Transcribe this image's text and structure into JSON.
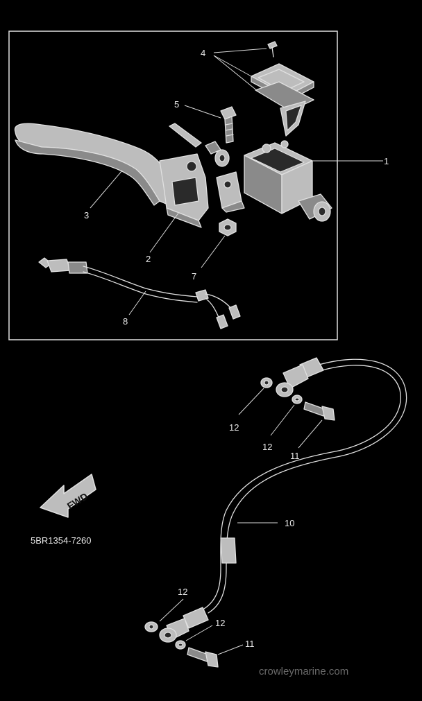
{
  "diagram": {
    "callouts": {
      "c1": "1",
      "c2": "2",
      "c3": "3",
      "c4": "4",
      "c5": "5",
      "c7": "7",
      "c8": "8",
      "c10": "10",
      "c11a": "11",
      "c11b": "11",
      "c12a": "12",
      "c12b": "12",
      "c12c": "12",
      "c12d": "12"
    },
    "direction_arrow_label": "FWD",
    "part_code": "5BR1354-7260",
    "watermark": "crowleymarine.com"
  },
  "colors": {
    "background": "#000000",
    "line": "#e0e0e0",
    "watermark": "#6a6a6a"
  }
}
